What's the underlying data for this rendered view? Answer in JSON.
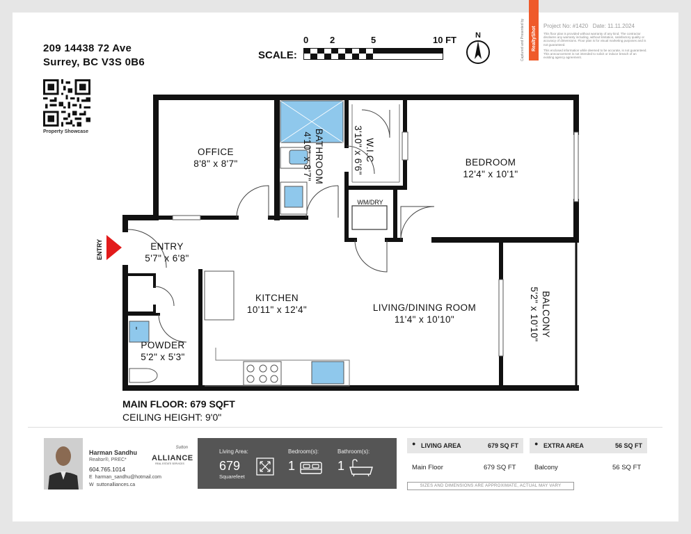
{
  "address": {
    "line1": "209 14438 72 Ave",
    "line2": "Surrey, BC V3S 0B6"
  },
  "qr_caption": "Property Showcase",
  "scale": {
    "title": "SCALE:",
    "ticks": [
      "0",
      "2",
      "5",
      "10 FT"
    ]
  },
  "north_label": "N",
  "project": {
    "number": "Project No: #1420",
    "date": "Date: 11.11.2024",
    "disclaimer_1": "This floor plan is provided without warranty of any kind. The contractor disclaims any warranty including, without limitation, satisfactory quality or accuracy of dimensions. Floor plan is for visual marketing purposes and is not guaranteed.",
    "disclaimer_2": "This enclosed information while deemed to be accurate, is not guaranteed. This announcement is not intended to solicit or induce breach of an existing agency agreement.",
    "side_label": "Captured and Presented by",
    "brand": "RealtyShot"
  },
  "rooms": {
    "office": {
      "name": "OFFICE",
      "dims": "8'8\" x 8'7\""
    },
    "bathroom": {
      "name": "BATHROOM",
      "dims": "4'10\" x 8'7\""
    },
    "wic": {
      "name": "W.I.C",
      "dims": "3'10\" x 6'6\""
    },
    "bedroom": {
      "name": "BEDROOM",
      "dims": "12'4\" x 10'1\""
    },
    "wmdry": {
      "name": "WM/DRY"
    },
    "entry": {
      "name": "ENTRY",
      "dims": "5'7\" x 6'8\""
    },
    "kitchen": {
      "name": "KITCHEN",
      "dims": "10'11\" x 12'4\""
    },
    "living": {
      "name": "LIVING/DINING ROOM",
      "dims": "11'4\" x 10'10\""
    },
    "balcony": {
      "name": "BALCONY",
      "dims": "5'2\" x 10'10\""
    },
    "powder": {
      "name": "POWDER",
      "dims": "5'2\" x 5'3\""
    }
  },
  "entry_marker": "ENTRY",
  "floor_info": {
    "main_floor": "MAIN FLOOR: 679 SQFT",
    "ceiling": "CEILING HEIGHT: 9'0\""
  },
  "agent": {
    "name": "Harman Sandhu",
    "title": "Realtor®, PREC*",
    "phone": "604.765.1014",
    "email": "harman_sandhu@hotmail.com",
    "website": "suttonalliances.ca",
    "email_prefix": "E",
    "web_prefix": "W",
    "brokerage": "ALLIANCE",
    "brokerage_sub": "REAL ESTATE SERVICES",
    "brokerage_top": "Sutton"
  },
  "summary": {
    "living_area_label": "Living Area:",
    "living_area_value": "679",
    "living_area_unit": "Squarefeet",
    "bedrooms_label": "Bedroom(s):",
    "bedrooms_value": "1",
    "bathrooms_label": "Bathroom(s):",
    "bathrooms_value": "1"
  },
  "area_table": {
    "living_header": "LIVING AREA",
    "living_header_value": "679 SQ FT",
    "living_row_label": "Main Floor",
    "living_row_value": "679 SQ FT",
    "extra_header": "EXTRA AREA",
    "extra_header_value": "56 SQ FT",
    "extra_row_label": "Balcony",
    "extra_row_value": "56 SQ FT",
    "approx_note": "SIZES AND DIMENSIONS ARE APPROXIMATE, ACTUAL MAY VARY"
  },
  "colors": {
    "wall": "#111111",
    "fixture_blue": "#8fc8ec",
    "entry_arrow": "#e21b1b",
    "panel_bg": "#555555",
    "brand_orange": "#ef5a2a"
  }
}
